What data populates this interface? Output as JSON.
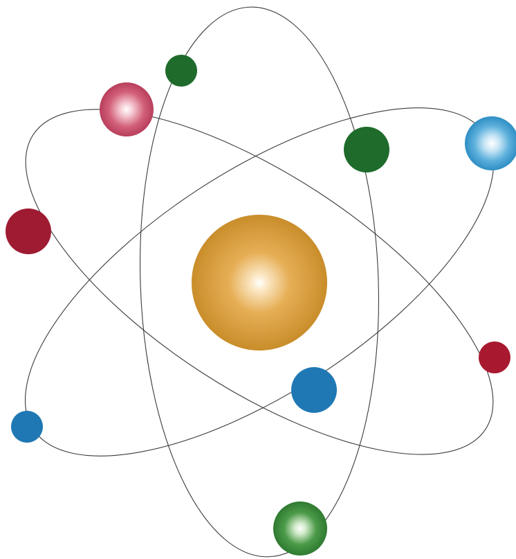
{
  "illustration": {
    "subject": "atom-model",
    "nucleus": {
      "color": "#d8a03c",
      "highlight": "#ffffff"
    },
    "orbits": [
      {
        "name": "orbit-vertical"
      },
      {
        "name": "orbit-diagonal-down"
      },
      {
        "name": "orbit-diagonal-up"
      }
    ],
    "electrons": [
      {
        "name": "electron-green-top",
        "color": "#1e6b2c"
      },
      {
        "name": "electron-pink-left",
        "color": "#c9506a",
        "glossy": true
      },
      {
        "name": "electron-green-upper-right",
        "color": "#1e6b2c"
      },
      {
        "name": "electron-lightblue-right",
        "color": "#4aa6d6",
        "glossy": true
      },
      {
        "name": "electron-crimson-left",
        "color": "#9e1b32"
      },
      {
        "name": "electron-crimson-right",
        "color": "#a8192f"
      },
      {
        "name": "electron-blue-center",
        "color": "#1f78b4"
      },
      {
        "name": "electron-blue-lower-left",
        "color": "#1f78b4"
      },
      {
        "name": "electron-green-bottom",
        "color": "#3c8c3c",
        "glossy": true
      }
    ]
  }
}
